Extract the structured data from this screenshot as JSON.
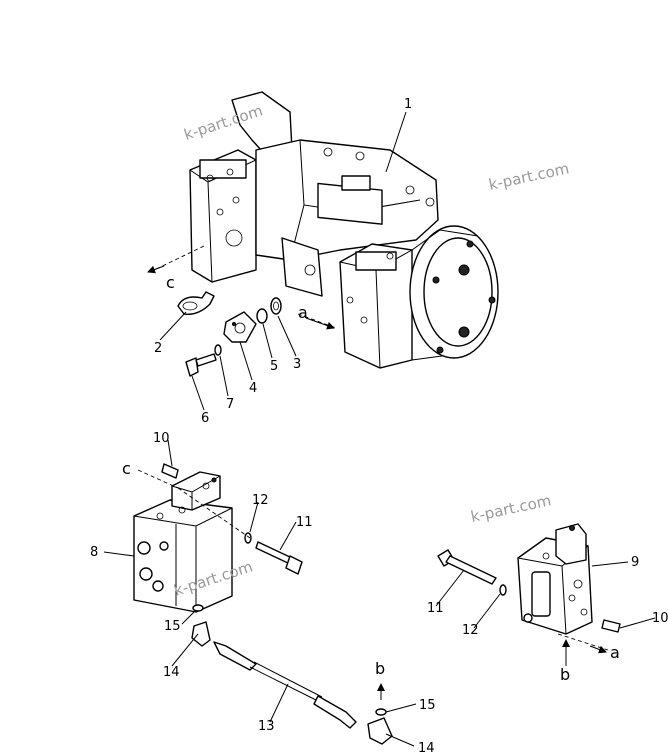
{
  "callouts": {
    "p1": "1",
    "p2": "2",
    "p3": "3",
    "p4": "4",
    "p5": "5",
    "p6": "6",
    "p7": "7",
    "p8": "8",
    "p9": "9",
    "p10a": "10",
    "p10b": "10",
    "p11a": "11",
    "p11b": "11",
    "p12a": "12",
    "p12b": "12",
    "p13": "13",
    "p14a": "14",
    "p14b": "14",
    "p15a": "15",
    "p15b": "15"
  },
  "view_markers": {
    "c_top": "c",
    "c_left": "c",
    "a_top": "a",
    "a_right": "a",
    "b_low": "b",
    "b_right": "b"
  },
  "watermarks": [
    "k-part.com",
    "k-part.com",
    "k-part.com",
    "k-part.com"
  ],
  "colors": {
    "ink": "#000000",
    "paper": "#ffffff",
    "watermark": "#9a9a9a"
  }
}
